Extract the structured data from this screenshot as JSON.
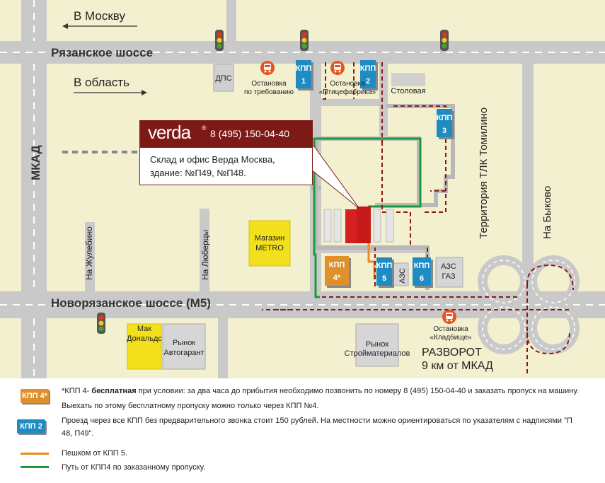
{
  "roads": {
    "ryazanskoe": "Рязанское шоссе",
    "novoryazanskoe": "Новорязанское шоссе (М5)",
    "mkad": "МКАД"
  },
  "directions": {
    "moscow": "В Москву",
    "oblast": "В область",
    "zhulebino": "На Жулебино",
    "lyubertsy": "На Люберцы",
    "bykovo": "На Быково",
    "tomilino": "Территория ТЛК Томилино"
  },
  "buildings": {
    "dps": "ДПС",
    "stolovaya": "Столовая",
    "metro_line1": "Магазин",
    "metro_line2": "METRO",
    "mac_line1": "Мак",
    "mac_line2": "Дональдс",
    "avtogarant_line1": "Рынок",
    "avtogarant_line2": "Автогарант",
    "stroy_line1": "Рынок",
    "stroy_line2": "Стройматериалов",
    "azs": "АЗС",
    "azs_gaz_line1": "АЗС",
    "azs_gaz_line2": "ГАЗ"
  },
  "stops": {
    "demand_line1": "Остановка",
    "demand_line2": "по требованию",
    "ptitse_line1": "Остановка",
    "ptitse_line2": "«Птицефабрика»",
    "kladb_line1": "Остановка",
    "kladb_line2": "«Кладбище»"
  },
  "kpp": {
    "k1_l": "КПП",
    "k1_n": "1",
    "k2_l": "КПП",
    "k2_n": "2",
    "k3_l": "КПП",
    "k3_n": "3",
    "k4_l": "КПП",
    "k4_n": "4*",
    "k5_l": "КПП",
    "k5_n": "5",
    "k6_l": "КПП",
    "k6_n": "6"
  },
  "razvorot": {
    "line1": "РАЗВОРОТ",
    "line2": "9 км от МКАД"
  },
  "callout": {
    "logo": "verda",
    "registered": "®",
    "phone": "8 (495) 150-04-40",
    "line1": "Склад и офис Верда Москва,",
    "line2": "здание: №П49, №П48."
  },
  "legend": {
    "badge4": "КПП 4*",
    "badge2": "КПП 2",
    "row1_prefix": "*КПП 4- ",
    "row1_bold": "бесплатная",
    "row1_rest": " при условии: за два часа до прибытия необходимо позвонить по номеру 8 (495) 150-04-40 и заказать пропуск на машину.",
    "row2": "Выехать по этому бесплатному пропуску можно только через КПП №4.",
    "row3_line1": "Проезд через все КПП без предварительного звонка стоит 150 рублей. На местности можно ориентироваться по указателям с надписями \"П",
    "row3_line2": "48, П49\".",
    "row4": "Пешком от КПП 5.",
    "row5": "Путь от КПП4 по заказанному пропуску."
  },
  "colors": {
    "background": "#f3f0cf",
    "road": "#c9c9c9",
    "kpp_blue": "#1e8bc3",
    "kpp_orange": "#e0902a",
    "verda_red": "#7d1a18",
    "metro_yellow": "#f2e01c",
    "walk_orange": "#f08a1c",
    "path_green": "#1f9a3a",
    "route_dashed": "#8a1a1a"
  }
}
